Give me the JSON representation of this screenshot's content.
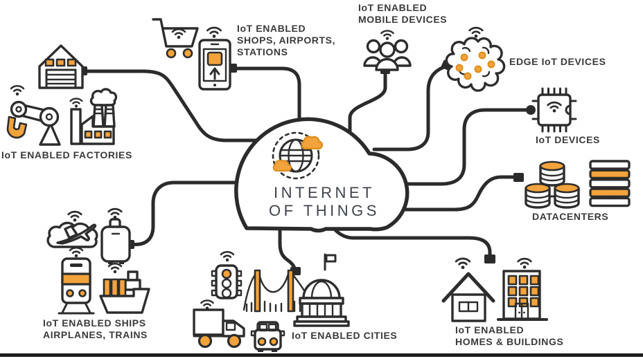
{
  "title": "INTERNET\nOF THINGS",
  "colors": {
    "accent_orange": "#F2A33C",
    "line_ink": "#2B2B2B",
    "label_text": "#3A3A3A",
    "background": "#FFFFFF",
    "footer_bar": "#1D1D1D"
  },
  "center": {
    "label": "INTERNET\nOF THINGS",
    "icon": "globe-with-clouds"
  },
  "nodes": [
    {
      "id": "factories",
      "label": "IoT ENABLED FACTORIES",
      "icons": [
        "warehouse",
        "wifi",
        "robotic-arm",
        "factory"
      ]
    },
    {
      "id": "shops",
      "label": "IoT ENABLED\nSHOPS, AIRPORTS,\nSTATIONS",
      "icons": [
        "shopping-cart",
        "wifi",
        "smartphone"
      ]
    },
    {
      "id": "mobile-devices",
      "label": "IoT ENABLED\nMOBILE DEVICES",
      "icons": [
        "user-group",
        "wifi"
      ]
    },
    {
      "id": "edge-devices",
      "label": "EDGE IoT DEVICES",
      "icons": [
        "neural-network-brain",
        "wifi"
      ]
    },
    {
      "id": "iot-devices",
      "label": "IoT DEVICES",
      "icons": [
        "microchip",
        "wifi"
      ]
    },
    {
      "id": "datacenters",
      "label": "DATACENTERS",
      "icons": [
        "database-cluster",
        "server-rack"
      ]
    },
    {
      "id": "homes-buildings",
      "label": "IoT ENABLED\nHOMES & BUILDINGS",
      "icons": [
        "house",
        "wifi",
        "office-building"
      ]
    },
    {
      "id": "cities",
      "label": "IoT ENABLED CITIES",
      "icons": [
        "traffic-light",
        "suspension-bridge",
        "capitol-building",
        "delivery-truck",
        "car",
        "wifi"
      ]
    },
    {
      "id": "transport",
      "label": "IoT ENABLED SHIPS\nAIRPLANES, TRAINS",
      "icons": [
        "airplane-in-clouds",
        "luggage",
        "train",
        "cargo-ship",
        "wifi"
      ]
    }
  ],
  "connections": [
    {
      "from": "internet-of-things",
      "to": "factories"
    },
    {
      "from": "internet-of-things",
      "to": "shops"
    },
    {
      "from": "internet-of-things",
      "to": "mobile-devices"
    },
    {
      "from": "internet-of-things",
      "to": "edge-devices"
    },
    {
      "from": "internet-of-things",
      "to": "iot-devices"
    },
    {
      "from": "internet-of-things",
      "to": "datacenters"
    },
    {
      "from": "internet-of-things",
      "to": "homes-buildings"
    },
    {
      "from": "internet-of-things",
      "to": "cities"
    },
    {
      "from": "internet-of-things",
      "to": "transport"
    }
  ]
}
